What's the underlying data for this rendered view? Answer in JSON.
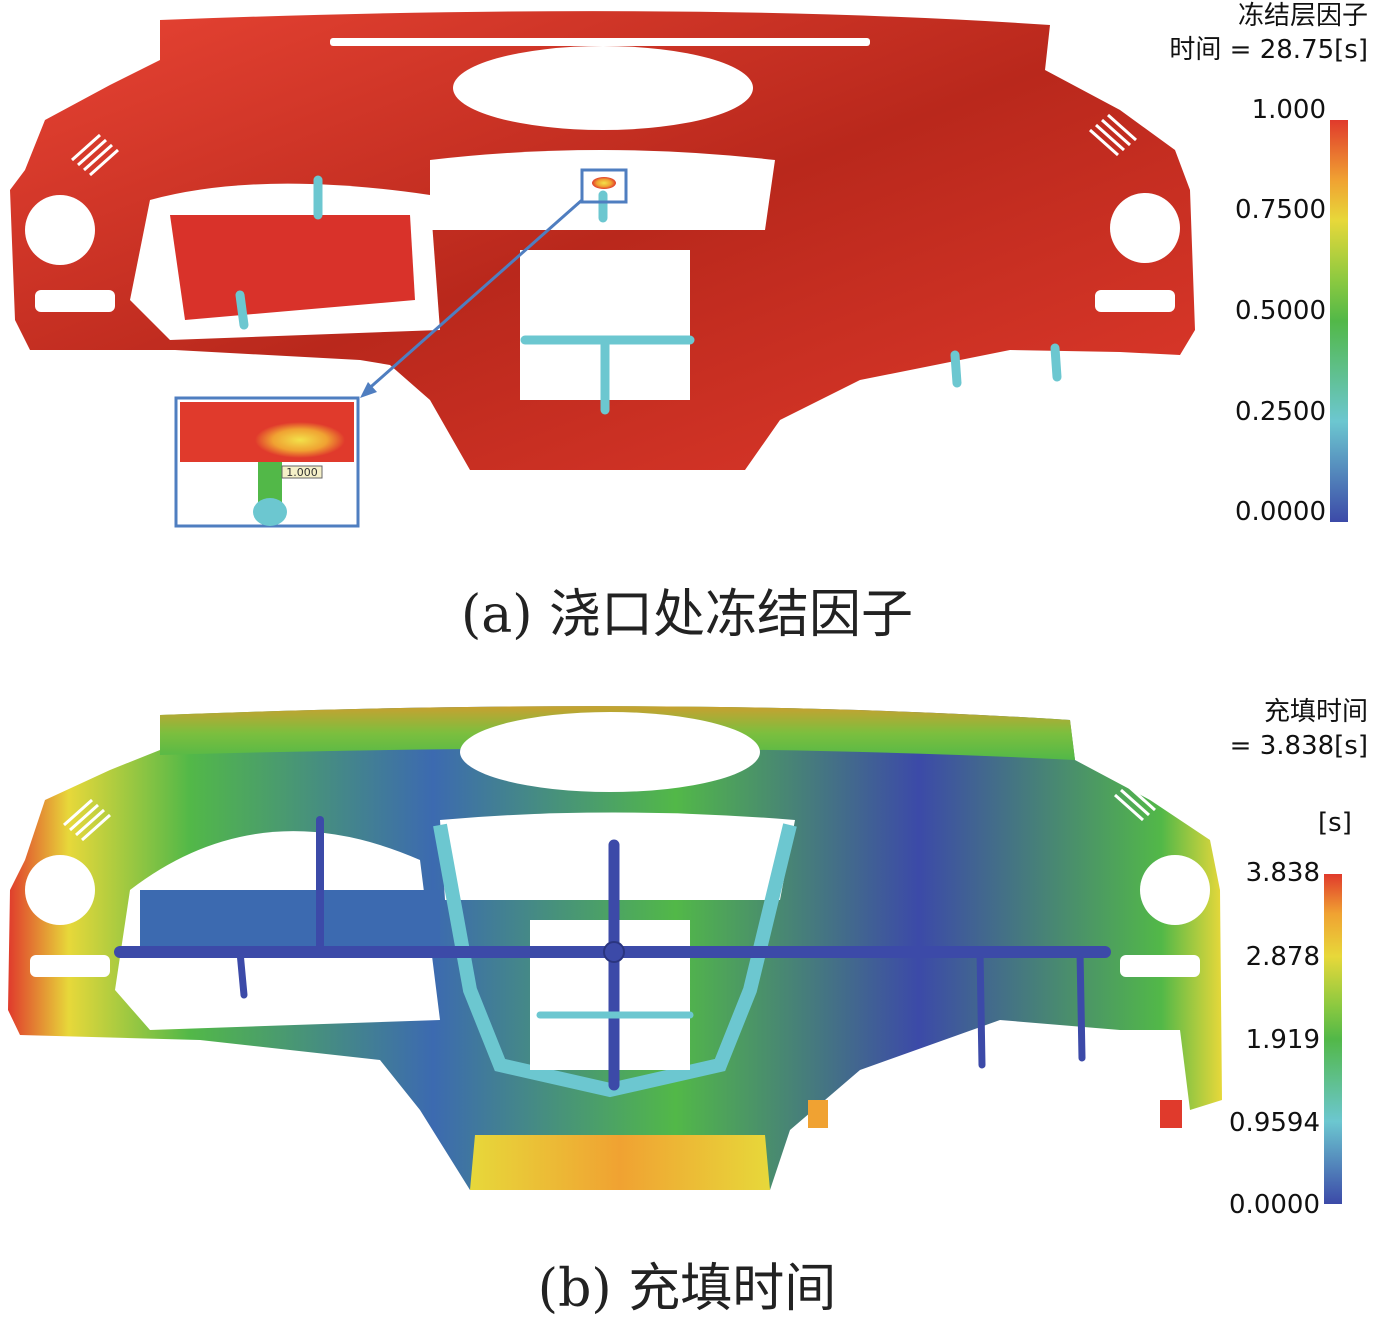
{
  "panel_a": {
    "legend_title_line1": "冻结层因子",
    "legend_title_line2": "时间 = 28.75[s]",
    "ticks": [
      "1.000",
      "0.7500",
      "0.5000",
      "0.2500",
      "0.0000"
    ],
    "inset_value": "1.000",
    "caption": "(a) 浇口处冻结因子"
  },
  "panel_b": {
    "legend_title_line1": "充填时间",
    "legend_title_line2": "= 3.838[s]",
    "unit": "[s]",
    "ticks": [
      "3.838",
      "2.878",
      "1.919",
      "0.9594",
      "0.0000"
    ],
    "caption": "(b) 充填时间"
  },
  "colors": {
    "red": "#e03a2c",
    "dark_red": "#a9251b",
    "blue": "#3c4aa8",
    "cyan": "#6cc7d0",
    "green": "#52b848",
    "yellow": "#e7d83a",
    "inset_frame": "#4f7ec0"
  }
}
